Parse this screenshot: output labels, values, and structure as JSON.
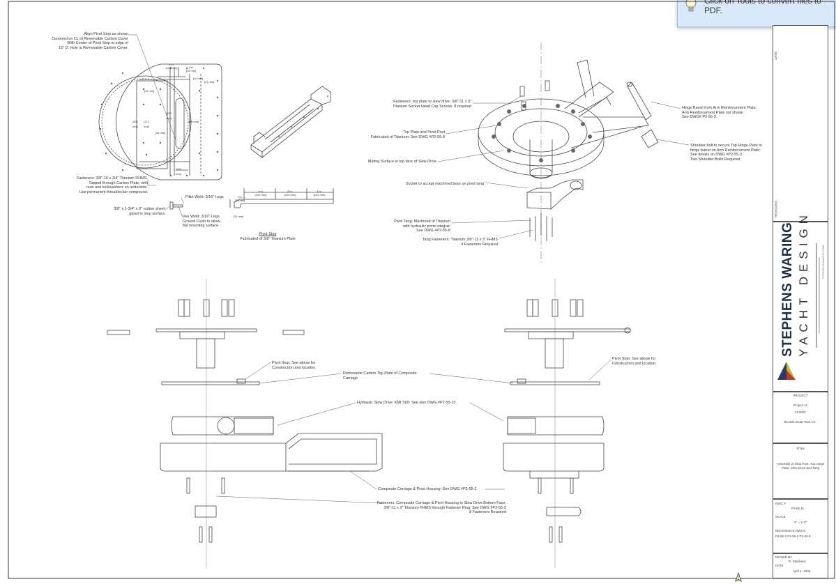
{
  "banner": {
    "text": "Click on Tools to convert files to\nPDF."
  },
  "notes": {
    "align_pivot": "Align Pivot Stop as shown\nCentered on CL of Removable Carbon Cover\nWith Center of Pivot Stop at edge of\n15\" D. Hole in Removable Carbon Cover.",
    "fasteners_rhms": "Fasteners: 3/8\"-16 x 3/4\" Titanium RHMS,\nTapped through Carbon Plate, with\nnuts and lockwashers on underside.\nUse permanent threadlocker compound.",
    "rubber_sheet": "3/8\" x 1-3/4\" x 9\" rubber sheet,\nglued to stop surface.",
    "fillet_weld": "Fillet Weld: 3/16\" Legs",
    "vee_weld": "Vee Weld: 3/16\" Legs\nGround Flush to allow\nflat mounting surface",
    "pivot_stop_title": "Pivot Stop",
    "pivot_stop_sub": "Fabricated of 3/8\" Titanium Plate",
    "fasteners_top": "Fasteners: top plate to slew drive: 3/8\"-11 x 3\"\nTitanium Socket Head Cap Screws: 8 required",
    "top_plate": "Top Plate and Pivot Post\nFabricated of Titanium: See DWG #P2-55-8",
    "mating_surface": "Mating Surface to top face of Slew Drive",
    "socket": "Socket to accept machined boss on pivot tang",
    "pivot_tang": "Pivot Tang: Machined of Titanium\nwith hydraulic ports integral:\nSee DWG #P2-55-8",
    "tang_fasteners": "Tang Fasteners: Titanium 3/8\"-11 x 3\" FHMS\n4 Fasteners Required",
    "hinge_barrel": "Hinge Barrel from Arm Reinforcement Plate:\nArm Reinforcement Plate not shown\nSee DWG# P2-55-3.",
    "shoulder_bolt": "Shoulder bolt to secure Top Hinge Plate to\nhinge barrel on Arm Reinforcement Plate:\nSee details on DWG #P2-55-3.\nTwo Shoulder Bolts Required.",
    "pivot_stop_left": "Pivot Stop: See above for\nConstruction and location.",
    "pivot_stop_right": "Pivot Stop: See above for\nConstruction and location.",
    "removable_plate": "Removable Carbon Top Plate of Composite Carriage",
    "slew_drive": "Hydraulic Slew Drive: KMI S09: See also DWG #P2-55-10",
    "composite_carriage": "Composite Carriage & Pivot Housing: See DWG #P2-55-2",
    "fasteners_bottom": "Fasteners: Composite Carriage & Pivot Housing to Slew Drive Bottom Face:\n3/8\"-11 x 3\" Titanium FHMS through Fastener Ring: See DWG #P2-55-2\n8 Fasteners Required"
  },
  "dims": {
    "d1": "4 in.\n[102 mm]",
    "d2": "1 in.\n[25 mm]",
    "d3": "[14 mm]",
    "d4": "[41 mm]",
    "d5": "[13 mm]",
    "d6": "[200 mm]",
    "d7": "[172 mm]",
    "d8": "[150 mm]",
    "d9": "[49 mm]",
    "d10": "[16 mm]",
    "d11": "[102 mm]",
    "d12": "4 in.\n[102 mm]",
    "d13": "8 in.\n[203 mm]",
    "d14": "4 in.\n[102 mm]",
    "d15": "1 in.\n[25 mm]",
    "d16": "[25 mm]"
  },
  "titleblock": {
    "date_label": "DATE",
    "revisions_label": "REVISIONS",
    "brand_name": "STEPHENS WARING",
    "brand_sub": "YACHT DESIGN",
    "brand_web": "STEPHENSWARING.COM",
    "project_label": "PROJECT",
    "project_value": "Project 11",
    "client_label": "CLIENT",
    "client_value": "Brooklin Boat Yard, Inc.",
    "title_label": "TITLE",
    "title_value": "Assembly of Slew Post, Top Hinge\nPlate, Slew Drive and Tang",
    "dwg_label": "DWG #",
    "dwg_value": "P2-55-11",
    "scale_label": "SCALE",
    "scale_value": "3\" = 1'-0\"",
    "reference_label": "REFERENCE DWGS",
    "reference_value": "P2-55-2 P2-55-3 P2-55-8",
    "drawn_label": "DRAWN BY",
    "drawn_value": "R. Stephens",
    "dated_label": "DATE",
    "dated_value": "April 1, 2009"
  }
}
